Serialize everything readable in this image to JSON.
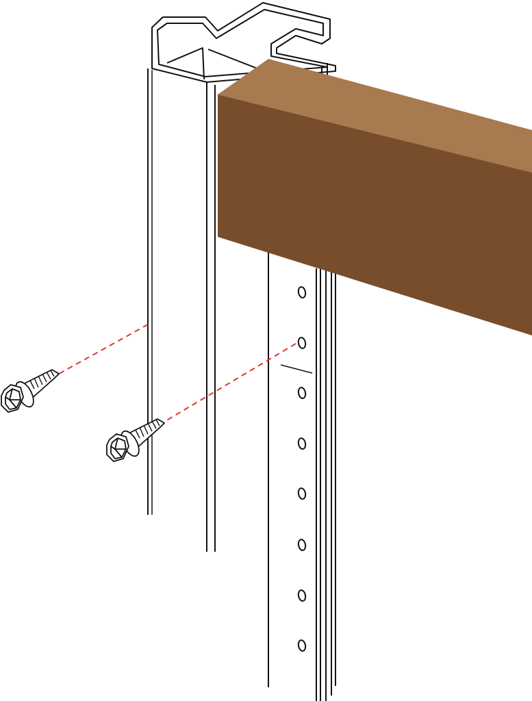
{
  "diagram": {
    "kind": "assembly-instruction",
    "colors": {
      "background": "#ffffff",
      "outline": "#111111",
      "wood_top": "#a77a50",
      "wood_front": "#784d2b",
      "guide_line": "#e0352b",
      "screw_fill": "#ffffff"
    },
    "parts": [
      "post",
      "slotted-channel",
      "wood-rail",
      "screw",
      "screw"
    ],
    "step": {
      "fastener_count": 2,
      "guide_style": "dashed"
    }
  }
}
